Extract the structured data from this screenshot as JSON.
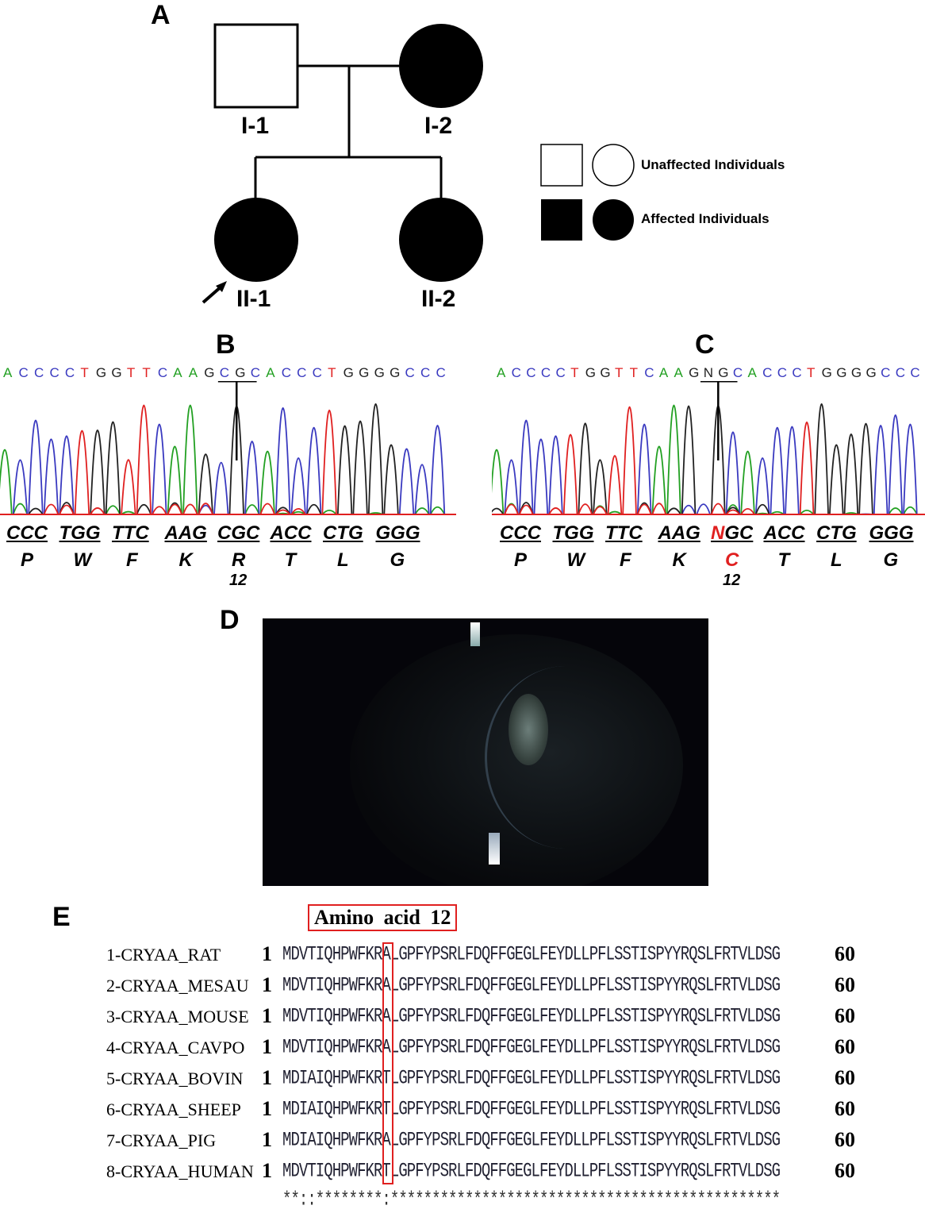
{
  "panels": {
    "a": "A",
    "b": "B",
    "c": "C",
    "d": "D",
    "e": "E"
  },
  "pedigree": {
    "individuals": [
      {
        "id": "I-1",
        "sex": "male",
        "affected": false
      },
      {
        "id": "I-2",
        "sex": "female",
        "affected": true
      },
      {
        "id": "II-1",
        "sex": "female",
        "affected": true,
        "proband": true
      },
      {
        "id": "II-2",
        "sex": "female",
        "affected": true
      }
    ],
    "legend": {
      "unaffected": "Unaffected Individuals",
      "affected": "Affected Individuals"
    }
  },
  "chromatogram_b": {
    "bases": "ACCCCTGGTTCAAGCGCACCCTGGGGCCC",
    "codons": [
      "CCC",
      "TGG",
      "TTC",
      "AAG",
      "CGC",
      "ACC",
      "CTG",
      "GGG"
    ],
    "aminos": [
      "P",
      "W",
      "F",
      "K",
      "R",
      "T",
      "L",
      "G"
    ],
    "position": "12"
  },
  "chromatogram_c": {
    "bases": "ACCCCTGGTTCAAGNGCACCCTGGGGCCC",
    "codons": [
      "CCC",
      "TGG",
      "TTC",
      "AAG",
      "NGC",
      "ACC",
      "CTG",
      "GGG"
    ],
    "aminos": [
      "P",
      "W",
      "F",
      "K",
      "C",
      "T",
      "L",
      "G"
    ],
    "position": "12"
  },
  "colors": {
    "A": "#22a022",
    "C": "#3a3ac0",
    "G": "#222222",
    "T": "#e02020",
    "mutation": "#e02020"
  },
  "alignment": {
    "highlight_label": "Amino acid 12",
    "rows": [
      {
        "name": "1-CRYAA_RAT",
        "start": "1",
        "seq": "MDVTIQHPWFKRALGPFYPSRLFDQFFGEGLFEYDLLPFLSSTISPYYRQSLFRTVLDSG",
        "end": "60"
      },
      {
        "name": "2-CRYAA_MESAU",
        "start": "1",
        "seq": "MDVTIQHPWFKRALGPFYPSRLFDQFFGEGLFEYDLLPFLSSTISPYYRQSLFRTVLDSG",
        "end": "60"
      },
      {
        "name": "3-CRYAA_MOUSE",
        "start": "1",
        "seq": "MDVTIQHPWFKRALGPFYPSRLFDQFFGEGLFEYDLLPFLSSTISPYYRQSLFRTVLDSG",
        "end": "60"
      },
      {
        "name": "4-CRYAA_CAVPO",
        "start": "1",
        "seq": "MDVTIQHPWFKRALGPFYPSRLFDQFFGEGLFEYDLLPFLSSTISPYYRQSLFRTVLDSG",
        "end": "60"
      },
      {
        "name": "5-CRYAA_BOVIN",
        "start": "1",
        "seq": "MDIAIQHPWFKRTLGPFYPSRLFDQFFGEGLFEYDLLPFLSSTISPYYRQSLFRTVLDSG",
        "end": "60"
      },
      {
        "name": "6-CRYAA_SHEEP",
        "start": "1",
        "seq": "MDIAIQHPWFKRTLGPFYPSRLFDQFFGEGLFEYDLLPFLSSTISPYYRQSLFRTVLDSG",
        "end": "60"
      },
      {
        "name": "7-CRYAA_PIG",
        "start": "1",
        "seq": "MDIAIQHPWFKRALGPFYPSRLFDQFFGEGLFEYDLLPFLSSTISPYYRQSLFRTVLDSG",
        "end": "60"
      },
      {
        "name": "8-CRYAA_HUMAN",
        "start": "1",
        "seq": "MDVTIQHPWFKRTLGPFYPSRLFDQFFGEGLFEYDLLPFLSSTISPYYRQSLFRTVLDSG",
        "end": "60"
      }
    ],
    "consensus": "**::********:***********************************************"
  }
}
